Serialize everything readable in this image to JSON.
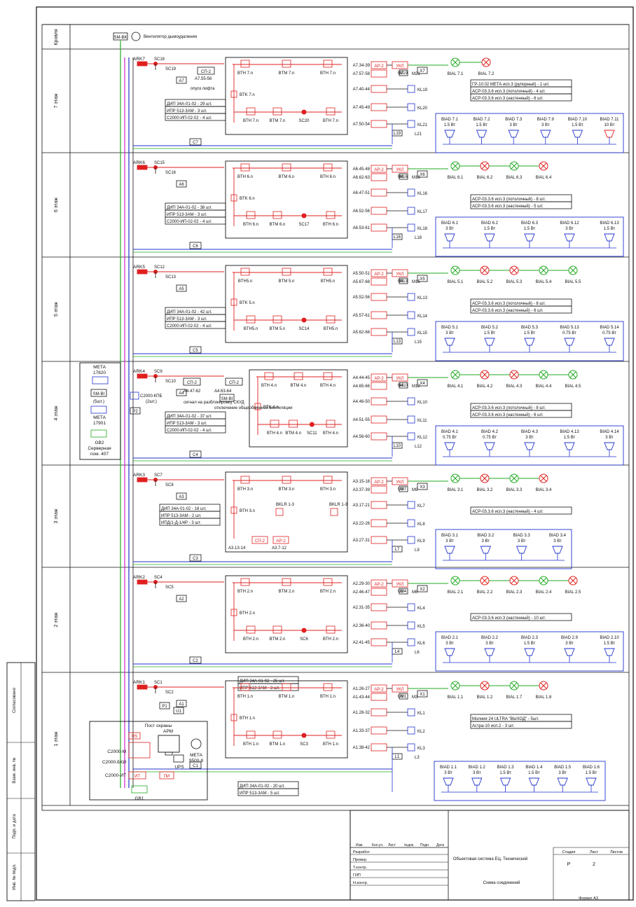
{
  "diagram": {
    "roof": {
      "section_label": "Кровля",
      "device": "SM-BK",
      "device_text": "Вентилятор дымоудаления"
    },
    "floors": [
      {
        "section_label": "7 этаж",
        "ark": "ARK7",
        "sc_a": "SC18",
        "sc_b": "SC19",
        "a_box": "A7",
        "c_box": "C7",
        "cp2": "СП-2",
        "cp2_addr": "А7.55-56",
        "cp2_note": "опуск лифта",
        "btm_row1": [
          "BTH 7.n",
          "BTM 7.n",
          "BTH 7.n"
        ],
        "btk": "BTK 7.n",
        "btm_row2": [
          "BTH 7.n",
          "BTM 7.n",
          "SC20",
          "BTH 7.n"
        ],
        "spec": [
          "ДИП 34А-01-02 - 29 шт.",
          "ИПР 513-3АМ - 3 шт.",
          "С2000-ИП-02-02 - 4 шт."
        ],
        "addr": [
          "A7.34-39",
          "A7.57-58",
          "A7.40-44",
          "A7.45-49",
          "A7.50-54"
        ],
        "ar": "АР-2",
        "uk": "УКЛ",
        "u": "U7",
        "m_start": "M19",
        "m_end": "M21",
        "kl": [
          "KL19",
          "KL20",
          "KL21"
        ],
        "l_start": "L19",
        "l_end": "L21",
        "x": "X7",
        "bial": [
          {
            "label": "BIAL 7.1",
            "color": "green"
          },
          {
            "label": "BIAL 7.2",
            "color": "red"
          }
        ],
        "speaker_spec": [
          "ГР-10.02 МЕТА исп.3 (рупорный) - 1 шт.",
          "АСР-03.3.6 исп.3 (потолочный) - 4 шт.",
          "АСР-03.3.6 исп.3 (настенный) - 6 шт."
        ],
        "speakers": [
          {
            "label": "BIAD 7.1",
            "power": "1.5 Вт"
          },
          {
            "label": "BIAD 7.2",
            "power": "1.5 Вт"
          },
          {
            "label": "BIAD 7.3",
            "power": "3 Вт"
          },
          {
            "label": "BIAD 7.9",
            "power": "3 Вт"
          },
          {
            "label": "BIAD 7.10",
            "power": "1.5 Вт"
          },
          {
            "label": "BIAD 7.11",
            "power": "10 Вт"
          }
        ]
      },
      {
        "section_label": "6 этаж",
        "ark": "ARK6",
        "sc_a": "SC15",
        "sc_b": "SC16",
        "a_box": "A6",
        "c_box": "C6",
        "btm_row1": [
          "BTH 6.n",
          "BTM 6.n",
          "BTH 6.n"
        ],
        "btk": "BTK 6.n",
        "btm_row2": [
          "BTH 6.n",
          "BTM 6.n",
          "SC17",
          "BTH 6.n"
        ],
        "spec": [
          "ДИП 34А-01-02 - 38 шт.",
          "ИПР 513-3АМ - 3 шт.",
          "С2000-ИП-02-02 - 4 шт."
        ],
        "addr": [
          "A6.45-48",
          "A6.62-63",
          "A6.47-51",
          "A6.52-56",
          "A6.53-61"
        ],
        "ar": "АР-2",
        "uk": "УКЛ",
        "u": "U6",
        "m_start": "M16",
        "m_end": "M18",
        "kl": [
          "KL16",
          "KL17",
          "KL18"
        ],
        "l_start": "L16",
        "l_end": "L18",
        "x": "X6",
        "bial": [
          {
            "label": "BIAL 6.1",
            "color": "green"
          },
          {
            "label": "BIAL 6.2",
            "color": "red"
          },
          {
            "label": "BIAL 6.3",
            "color": "green"
          },
          {
            "label": "BIAL 6.4",
            "color": "red"
          }
        ],
        "speaker_spec": [
          "АСР-03.3.6 исп.3 (потолочный) - 8 шт.",
          "АСР-03.3.6 исп.3 (настенный) - 5 шт."
        ],
        "speakers": [
          {
            "label": "BIAD 6.1",
            "power": "3 Вт"
          },
          {
            "label": "BIAD 6.2",
            "power": "1.5 Вт"
          },
          {
            "label": "BIAD 6.3",
            "power": "1.5 Вт"
          },
          {
            "label": "BIAD 6.12",
            "power": "3 Вт"
          },
          {
            "label": "BIAD 6.13",
            "power": "1.5 Вт"
          }
        ]
      },
      {
        "section_label": "5 этаж",
        "ark": "ARK5",
        "sc_a": "SC12",
        "sc_b": "SC13",
        "a_box": "A5",
        "c_box": "C5",
        "btm_row1": [
          "BTH5.n",
          "BTM 5.n",
          "BTH5.n"
        ],
        "btk": "BTK 5.n",
        "btm_row2": [
          "BTH5.n",
          "BTM 5.n",
          "SC14",
          "BTH5.n"
        ],
        "spec": [
          "ДИП 34А-01-02 - 42 шт.",
          "ИПР 513-3АМ - 3 шт.",
          "С2000-ИП-02-02 - 4 шт."
        ],
        "addr": [
          "A5.50-51",
          "A5.67-68",
          "A5.52-56",
          "A5.57-61",
          "A5.62-66"
        ],
        "ar": "АР-2",
        "uk": "УКЛ",
        "u": "U5",
        "m_start": "M13",
        "m_end": "M15",
        "kl": [
          "KL13",
          "KL14",
          "KL15"
        ],
        "l_start": "L13",
        "l_end": "L15",
        "x": "X5",
        "bial": [
          {
            "label": "BIAL 5.1",
            "color": "green"
          },
          {
            "label": "BIAL 5.2",
            "color": "red"
          },
          {
            "label": "BIAL 5.3",
            "color": "red"
          },
          {
            "label": "BIAL 5.4",
            "color": "green"
          },
          {
            "label": "BIAL 5.5",
            "color": "green"
          }
        ],
        "speaker_spec": [
          "АСР-03.3.6 исп.3 (потолочный) - 8 шт.",
          "АСР-03.3.6 исп.3 (настенный) - 6 шт."
        ],
        "speakers": [
          {
            "label": "BIAD 5.1",
            "power": "3 Вт"
          },
          {
            "label": "BIAD 5.2",
            "power": "1.5 Вт"
          },
          {
            "label": "BIAD 5.3",
            "power": "1.5 Вт"
          },
          {
            "label": "BIAD 5.13",
            "power": "0.75 Вт"
          },
          {
            "label": "BIAD 5.14",
            "power": "0.75 Вт"
          }
        ]
      },
      {
        "section_label": "4 этаж",
        "ark": "ARK4",
        "sc_a": "SC9",
        "sc_b": "SC10",
        "a_box": "A4",
        "c_box": "C4",
        "cp2": "СП-2",
        "cp2_addr": "А4.47-62",
        "cp2_note": "сигнал на разблокировку СКУД",
        "cp2b": "СП-2",
        "cp2b_addr": "А4.63-64",
        "cp2b_note": "отключение общеобменной вентиляции",
        "sm": "SM-BI",
        "btm_row1": [
          "BTH 4.n",
          "BTM 4.n",
          "BTH 4.n"
        ],
        "btk": "BTK 4.n",
        "btm_row2": [
          "BTH 4.n",
          "BTM 4.n",
          "SC11",
          "BTH 4.n"
        ],
        "spec": [
          "ДИП 34А-01-02 - 37 шт.",
          "ИПР 513-3АМ - 3 шт.",
          "С2000-ИП-02-02 - 4 шт."
        ],
        "addr": [
          "A4.44-45",
          "A4.65-66",
          "A4.46-50",
          "A4.51-55",
          "A4.56-60"
        ],
        "ar": "АР-2",
        "uk": "УКЛ",
        "u": "U4",
        "m_start": "M10",
        "m_end": "M12",
        "kl": [
          "KL10",
          "KL11",
          "KL12"
        ],
        "l_start": "L10",
        "l_end": "L12",
        "x": "X4",
        "bial": [
          {
            "label": "BIAL 4.1",
            "color": "green"
          },
          {
            "label": "BIAL 4.2",
            "color": "red"
          },
          {
            "label": "BIAL 4.3",
            "color": "red"
          },
          {
            "label": "BIAL 4.4",
            "color": "green"
          },
          {
            "label": "BIAL 4.5",
            "color": "green"
          }
        ],
        "speaker_spec": [
          "АСР-03.3.6 исп.3 (потолочный) - 8 шт.",
          "АСР-03.3.6 исп.3 (настенный) - 6 шт."
        ],
        "speakers": [
          {
            "label": "BIAD 4.1",
            "power": "0.75 Вт"
          },
          {
            "label": "BIAD 4.2",
            "power": "0.75 Вт"
          },
          {
            "label": "BIAD 4.3",
            "power": "3 Вт"
          },
          {
            "label": "BIAD 4.13",
            "power": "1.5 Вт"
          },
          {
            "label": "BIAD 4.14",
            "power": "3 Вт"
          }
        ]
      },
      {
        "section_label": "3 этаж",
        "ark": "ARK3",
        "sc_a": "SC7",
        "sc_b": "SC8",
        "a_box": "A3",
        "c_box": "C3",
        "btm_row1": [
          "BTH 3.n",
          "BTM 3.n",
          "BTH 3.n"
        ],
        "btk": "BTH 3.n",
        "bklr": [
          "BKLR 1-3",
          "BKLR 1-3"
        ],
        "spec": [
          "ДИП 34А-01-02 - 18 шт.",
          "ИПР 513-3АМ - 2 шт.",
          "ИПД/1-Д-1/4Р - 3 шт."
        ],
        "addr": [
          "A3.15-16",
          "A3.37-39",
          "A3.17-21",
          "A3.22-26",
          "A3.27-31"
        ],
        "ar": "АР-2",
        "uk": "УКЛ",
        "u": "U3",
        "m_start": "M7",
        "m_end": "M9",
        "kl": [
          "KL7",
          "KL8",
          "KL9"
        ],
        "l_start": "L7",
        "l_end": "L9",
        "x": "X3",
        "extra": [
          "СП-2",
          "А3.13-14",
          "АР-2",
          "А3.7-12"
        ],
        "bial": [
          {
            "label": "BIAL 3.1",
            "color": "green"
          },
          {
            "label": "BIAL 3.2",
            "color": "red"
          },
          {
            "label": "BIAL 3.3",
            "color": "green"
          },
          {
            "label": "BIAL 3.4",
            "color": "red"
          }
        ],
        "speaker_spec": [
          "АСР-03.3.6 исп.3 (настенный) - 4 шт."
        ],
        "speakers": [
          {
            "label": "BIAD 3.1",
            "power": "3 Вт"
          },
          {
            "label": "BIAD 3.2",
            "power": "3 Вт"
          },
          {
            "label": "BIAD 3.3",
            "power": "3 Вт"
          },
          {
            "label": "BIAD 3.4",
            "power": "3 Вт"
          }
        ]
      },
      {
        "section_label": "2 этаж",
        "ark": "ARK2",
        "sc_a": "SC4",
        "sc_b": "SC5",
        "a_box": "A2",
        "c_box": "C2",
        "btm_row1": [
          "BTH 2.n",
          "BTM 2.n",
          "BTH 2.n"
        ],
        "btk": "BTH 2.n",
        "btm_row2": [
          "BTH 2.n",
          "BTM 2.n",
          "SC6",
          "BTH 2.n"
        ],
        "spec": [
          "ДИП 34А-01-02 - 25 шт.",
          "ИПР 513-3АМ - 3 шт."
        ],
        "addr": [
          "A2.29-30",
          "A2.46-47",
          "A2.31-35",
          "A2.36-40",
          "A2.41-45"
        ],
        "ar": "АР-2",
        "uk": "УКЛ",
        "u": "U2",
        "m_start": "M4",
        "m_end": "M6",
        "kl": [
          "KL4",
          "KL5",
          "KL6"
        ],
        "l_start": "L4",
        "l_end": "L6",
        "x": "X2",
        "bial": [
          {
            "label": "BIAL 2.1",
            "color": "green"
          },
          {
            "label": "BIAL 2.2",
            "color": "red"
          },
          {
            "label": "BIAL 2.3",
            "color": "red"
          },
          {
            "label": "BIAL 2.4",
            "color": "green"
          },
          {
            "label": "BIAL 2.5",
            "color": "red"
          }
        ],
        "speaker_spec": [
          "АСР-03.3.6 исп.3 (настенный) - 10 шт."
        ],
        "speakers": [
          {
            "label": "BIAD 2.1",
            "power": "3 Вт"
          },
          {
            "label": "BIAD 2.2",
            "power": "3 Вт"
          },
          {
            "label": "BIAD 2.3",
            "power": "1.5 Вт"
          },
          {
            "label": "BIAD 2.9",
            "power": "3 Вт"
          },
          {
            "label": "BIAD 2.10",
            "power": "1.5 Вт"
          }
        ]
      },
      {
        "section_label": "1 этаж",
        "ark": "ARK1",
        "sc_a": "SC1",
        "sc_b": "SC2",
        "a_box": "A1",
        "c_box": "C1",
        "p_box": "P1",
        "u_box": "U1",
        "btm_row1": [
          "BTH 1.n",
          "BTM 1.n",
          "BTH 1.n"
        ],
        "btk": "BTH 1.n",
        "btm_row2": [
          "BTH 1.n",
          "BTM 1.n",
          "SC3",
          "BTH 1.n"
        ],
        "spec": [
          "ДИП 34А-01-02 - 20 шт.",
          "ИПР 513-3АМ - 5 шт."
        ],
        "addr": [
          "A1.26-27",
          "A1.43-44",
          "A1.28-32",
          "A1.33-37",
          "A1.38-42"
        ],
        "ar": "АР-2",
        "uk": "УКЛ",
        "u": "U1",
        "m_start": "M1",
        "m_end": "M3",
        "kl": [
          "KL1",
          "KL2",
          "KL3"
        ],
        "l_start": "L1",
        "l_end": "L3",
        "x": "X1",
        "bial": [
          {
            "label": "BIAL 1.1",
            "color": "green"
          },
          {
            "label": "BIAL 1.2",
            "color": "red"
          },
          {
            "label": "BIAL 1.7",
            "color": "green"
          },
          {
            "label": "BIAL 1.8",
            "color": "red"
          }
        ],
        "speaker_spec": [
          "Молния 24 ULTRA \"ВЫХОД\" - 5шт.",
          "Астра-10 исп.2 - 3 шт."
        ],
        "speakers": [
          {
            "label": "BIAD 1.1",
            "power": "3 Вт"
          },
          {
            "label": "BIAD 1.2",
            "power": "3 Вт"
          },
          {
            "label": "BIAD 1.3",
            "power": "1.5 Вт"
          },
          {
            "label": "BIAD 1.4",
            "power": "1.5 Вт"
          },
          {
            "label": "BIAD 1.5",
            "power": "3 Вт"
          },
          {
            "label": "BIAD 1.6",
            "power": "1.5 Вт"
          }
        ]
      }
    ],
    "server": {
      "meta1": "МЕТА",
      "meta1_num": "17820",
      "sm": "SM-BI",
      "sm_qty": "(5шт.)",
      "kpb": "С2000-КПБ",
      "kpb_qty": "(2шт.)",
      "p2": "P2",
      "meta2": "МЕТА",
      "meta2_num": "17901",
      "gb": "GB2",
      "room": "Серверная",
      "room2": "пом. 407"
    },
    "post": {
      "title": "Пост охраны",
      "arm": "АРМ",
      "rs": "RS",
      "c2000m": "С2000-М",
      "bki": "С2000-БКИ",
      "it": "С2000-ИТ",
      "ups": "UPS",
      "meta": "МЕТА",
      "meta_num": "9500-8",
      "it_box": "ИТ",
      "pi": "ПИ",
      "gb": "GB1"
    },
    "title_block": {
      "rows": [
        "Разработ.",
        "Провер.",
        "Т.контр.",
        "ГИП",
        "Н.контр."
      ],
      "header": [
        "Изм.",
        "Кол.уч.",
        "Лист",
        "№док.",
        "Подп.",
        "Дата"
      ],
      "project": "Объектовая система ЕЦ. Технический",
      "subtitle": "Схема соединений",
      "stage_label": "Стадия",
      "stage": "Р",
      "sheet_label": "Лист",
      "sheet": "2",
      "sheets_label": "Листов",
      "format": "Формат А3",
      "side": [
        "Согласовано",
        "Взам. инв. №",
        "Подп. и дата",
        "Инв. № подл."
      ]
    },
    "colors": {
      "fire": "#e02020",
      "green": "#22aa22",
      "blue": "#2233cc",
      "magenta": "#cc22cc",
      "line": "#111111"
    }
  }
}
